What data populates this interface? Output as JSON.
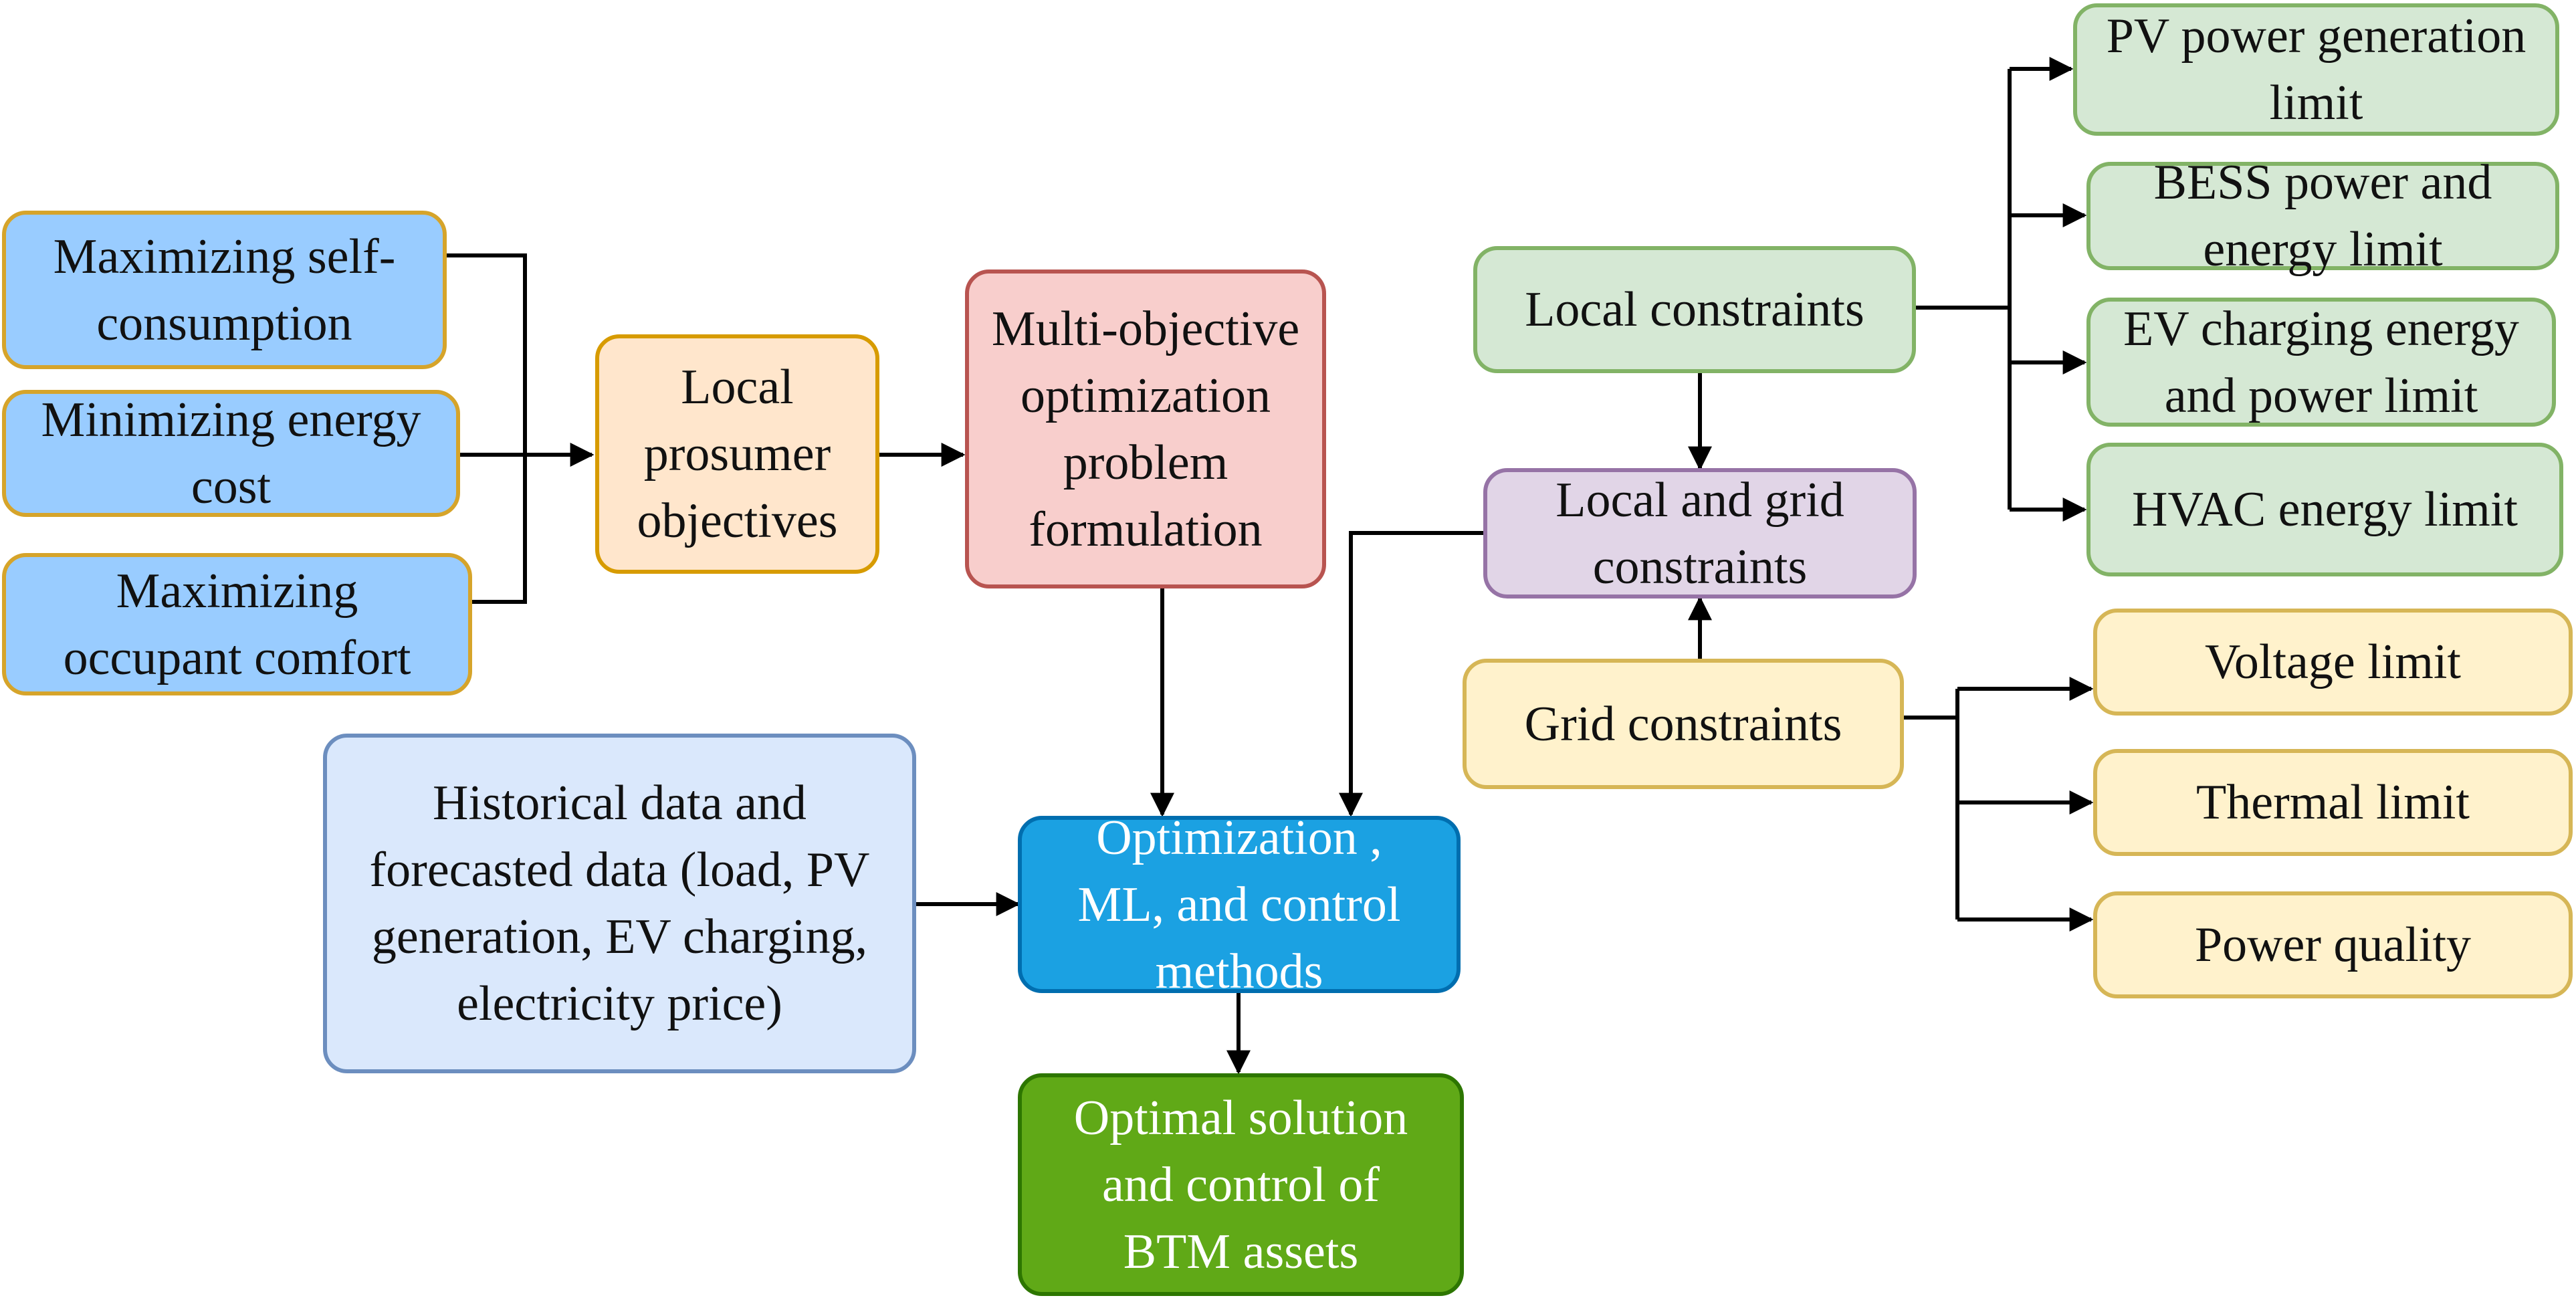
{
  "objectives": {
    "self_consumption": "Maximizing self-\nconsumption",
    "energy_cost": "Minimizing energy\ncost",
    "occupant_comfort": "Maximizing\noccupant comfort"
  },
  "local_prosumer_objectives": "Local\nprosumer\nobjectives",
  "multi_objective": "Multi-objective\noptimization\nproblem\nformulation",
  "historical_data": "Historical data and\nforecasted data (load, PV\ngeneration, EV charging,\nelectricity price)",
  "optimization_methods": "Optimization ,\nML, and control\nmethods",
  "optimal_solution": "Optimal solution\nand control of\nBTM assets",
  "local_constraints": "Local constraints",
  "local_grid_constraints": "Local and grid\nconstraints",
  "grid_constraints": "Grid constraints",
  "local_limits": {
    "pv": "PV power generation\nlimit",
    "bess": "BESS power and\nenergy limit",
    "ev": "EV charging energy\nand power limit",
    "hvac": "HVAC energy limit"
  },
  "grid_limits": {
    "voltage": "Voltage limit",
    "thermal": "Thermal limit",
    "power_quality": "Power quality"
  },
  "colors": {
    "objective_fill": "#99ccff",
    "objective_border": "#d6a42a",
    "prosumer_fill": "#ffe6cc",
    "prosumer_border": "#d79b00",
    "multi_fill": "#f8cecc",
    "multi_border": "#b85450",
    "history_fill": "#dae8fc",
    "history_border": "#6c8ebf",
    "method_fill": "#1ba1e2",
    "method_border": "#006eaf",
    "solution_fill": "#60a917",
    "solution_border": "#2d7600",
    "local_fill": "#d5e8d4",
    "local_border": "#82b366",
    "mixed_fill": "#e1d5e7",
    "mixed_border": "#9673a6",
    "grid_fill": "#fff2cc",
    "grid_border": "#d6b656"
  }
}
